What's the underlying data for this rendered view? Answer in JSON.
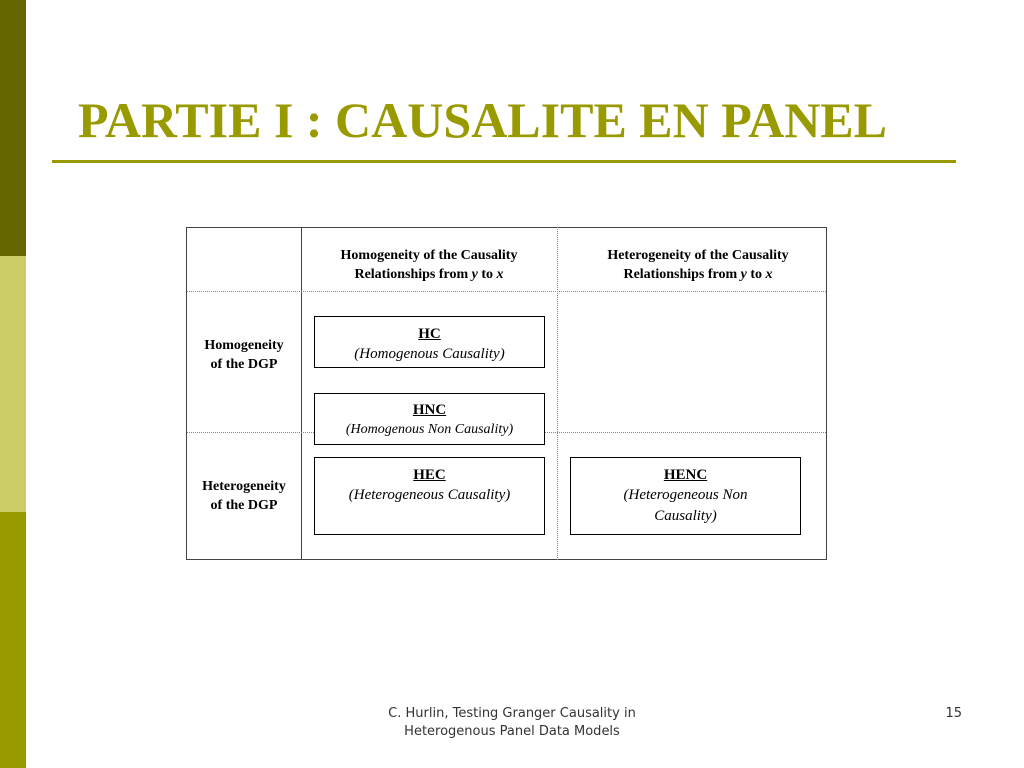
{
  "slide": {
    "title": "PARTIE I : CAUSALITE EN PANEL",
    "colors": {
      "accent": "#999900",
      "bar_dark": "#666600",
      "bar_light": "#cccc66"
    }
  },
  "table": {
    "columns": [
      {
        "text": "Homogeneity of the Causality",
        "text2": "Relationships from",
        "var_y": "y",
        "connector": "to",
        "var_x": "x"
      },
      {
        "text": "Heterogeneity of the Causality",
        "text2": "Relationships from",
        "var_y": "y",
        "connector": "to",
        "var_x": "x"
      }
    ],
    "rows": [
      {
        "line1": "Homogeneity",
        "line2": "of the DGP"
      },
      {
        "line1": "Heterogeneity",
        "line2": "of the DGP"
      }
    ],
    "cells": {
      "hc": {
        "code": "HC",
        "desc": "(Homogenous Causality)"
      },
      "hnc": {
        "code": "HNC",
        "desc": "(Homogenous Non Causality)"
      },
      "hec": {
        "code": "HEC",
        "desc": "(Heterogeneous Causality)"
      },
      "henc": {
        "code": "HENC",
        "desc": "(Heterogeneous Non Causality)"
      }
    }
  },
  "footer": {
    "line1": "C. Hurlin, Testing Granger Causality in",
    "line2": "Heterogenous Panel Data Models",
    "page_number": "15"
  }
}
